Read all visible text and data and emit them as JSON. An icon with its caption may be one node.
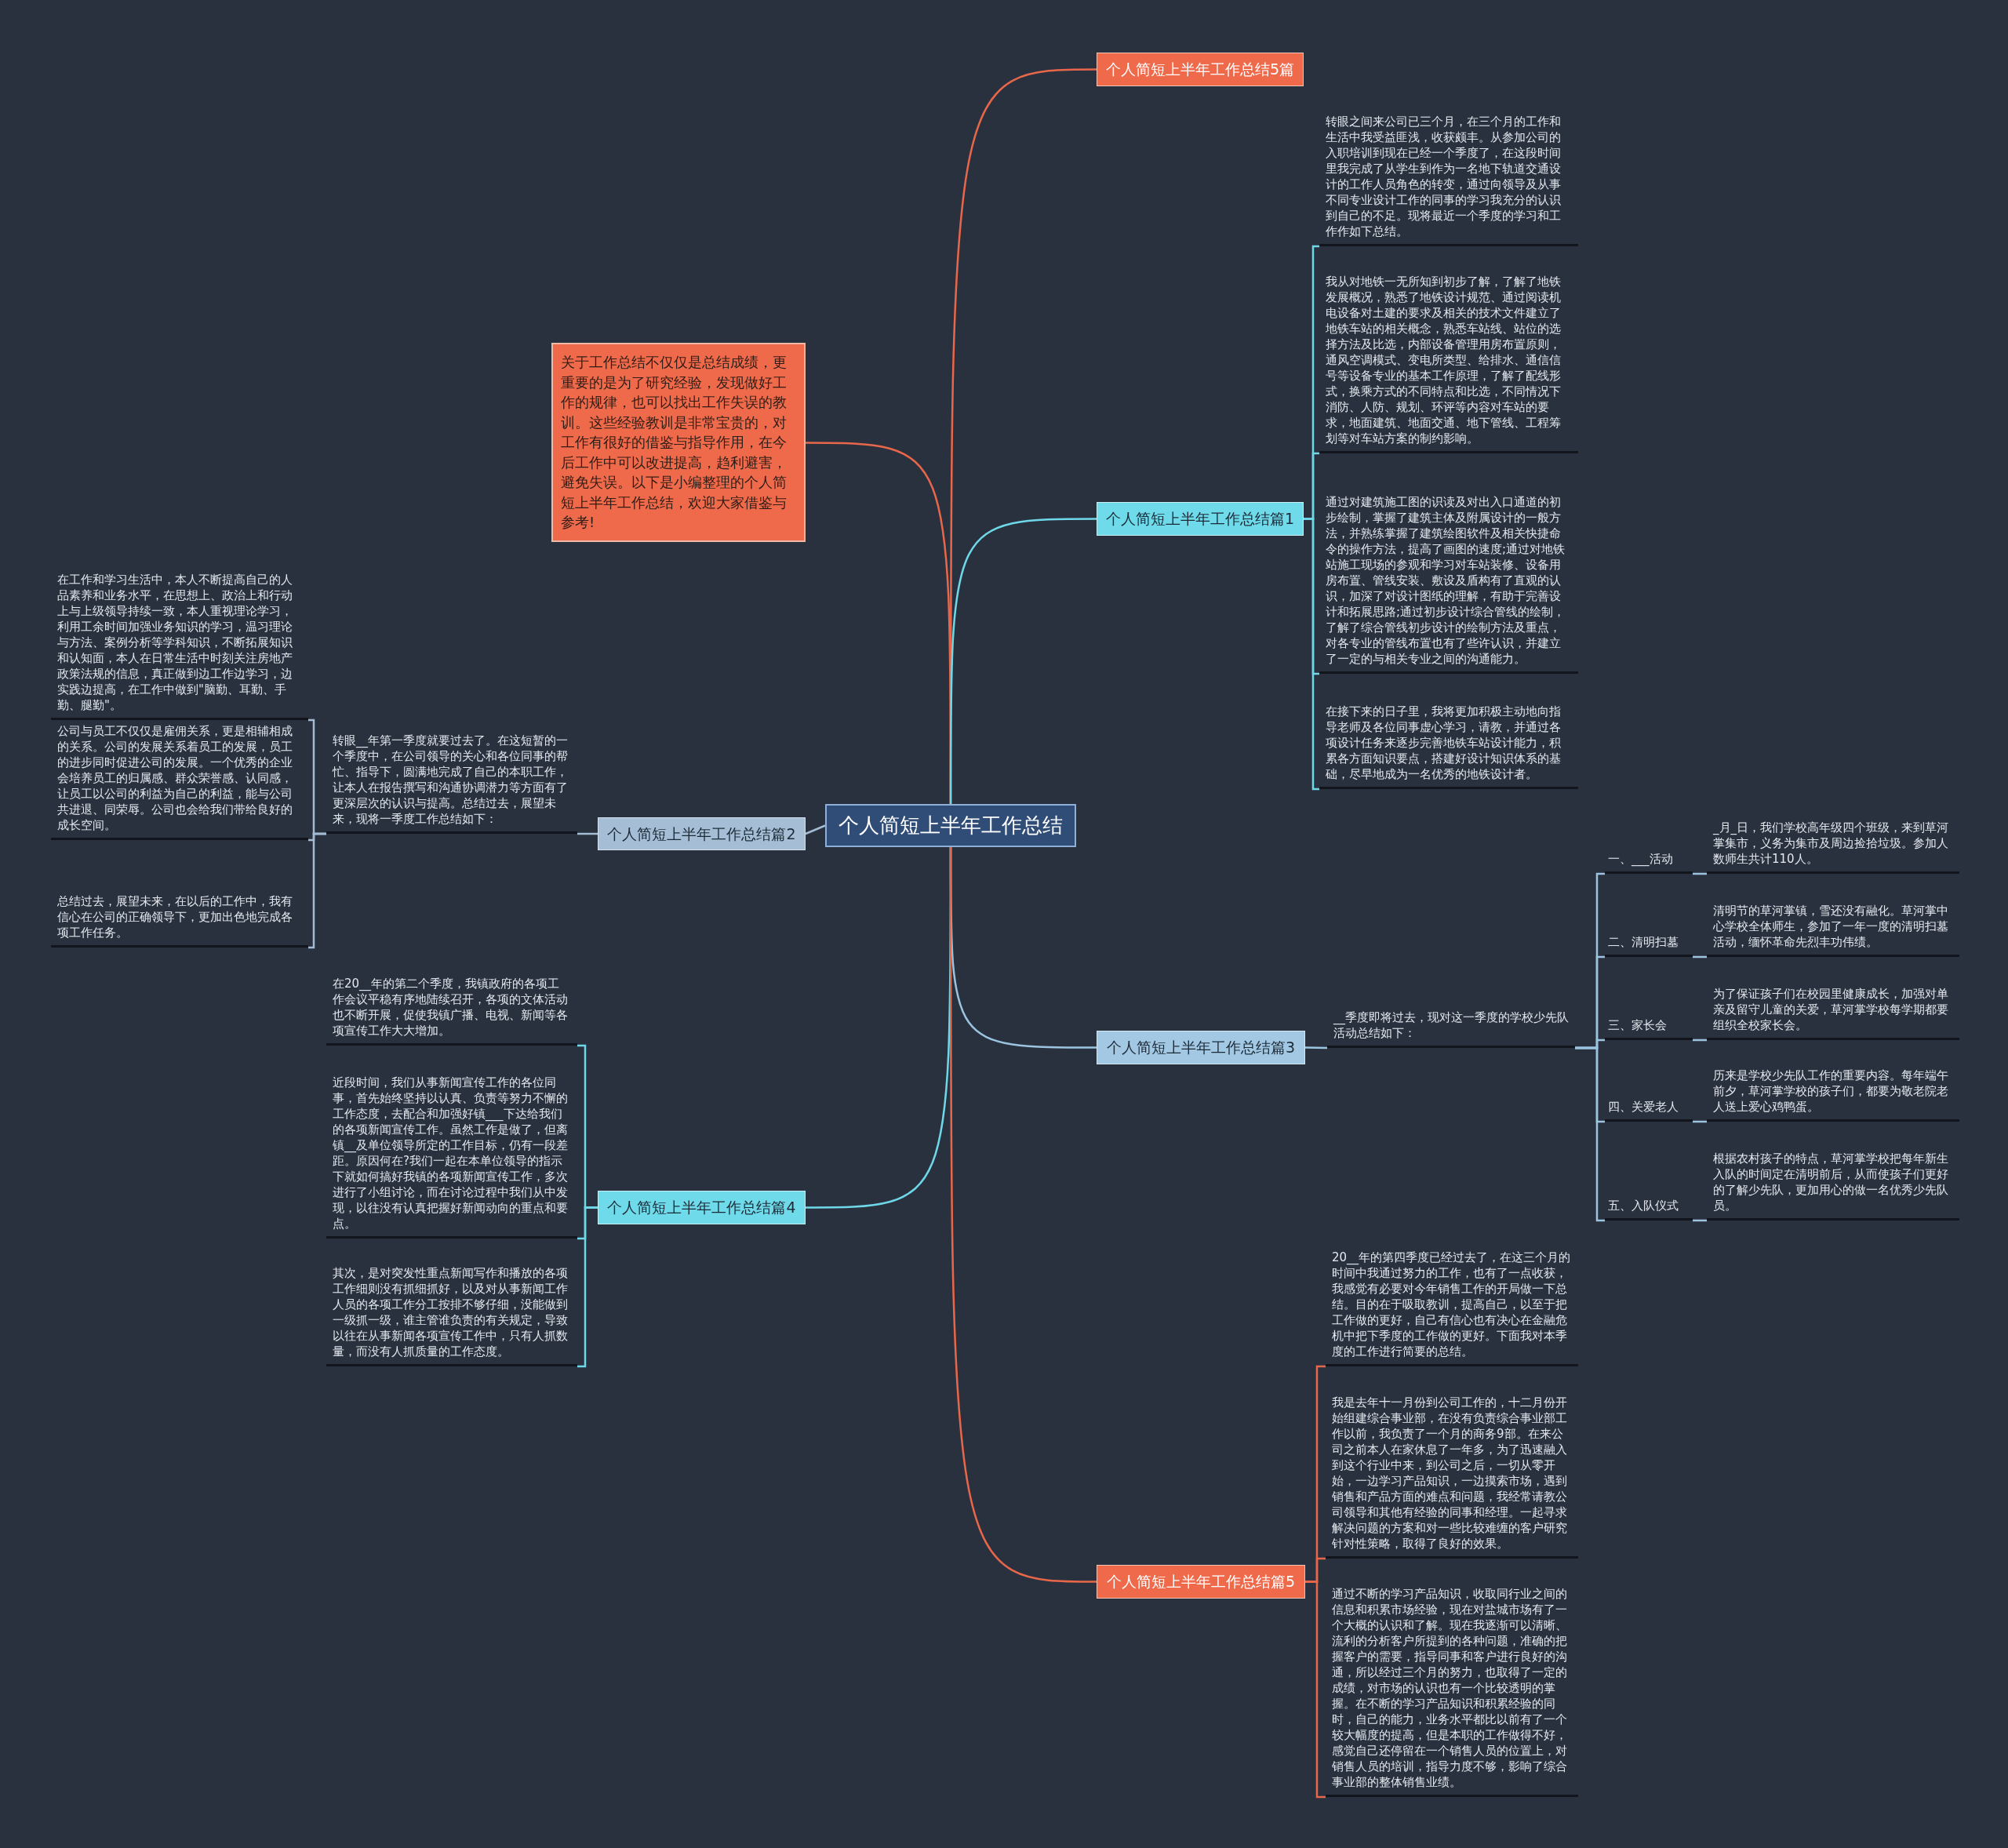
{
  "diagram": {
    "nodes": [
      {
        "text": [
          "个人简短上半年工作总结"
        ]
      },
      {
        "text": [
          "个人简短上半年工作总结5篇"
        ]
      },
      {
        "text": [
          "关于工作总结不仅仅是总结成绩，更重要的是为了研究经验，发现做好工作的规律，也可以找出工作失误的教训。这些经验教训是非常宝贵的，对工作有很好的借鉴与指导作用，在今后工作中可以改进提高，趋利避害，避免失误。以下是小编整理的个人简短上半年工作总结，欢迎大家借鉴与参考!"
        ]
      },
      {
        "text": [
          "个人简短上半年工作总结篇1"
        ]
      },
      {
        "text": [
          "转眼之间来公司已三个月，在三个月的工作和生活中我受益匪浅，收获颇丰。从参加公司的入职培训到现在已经一个季度了，在这段时间里我完成了从学生到作为一名地下轨道交通设计的工作人员角色的转变，通过向领导及从事不同专业设计工作的同事的学习我充分的认识到自己的不足。现将最近一个季度的学习和工作作如下总结。"
        ]
      },
      {
        "text": [
          "我从对地铁一无所知到初步了解，了解了地铁发展概况，熟悉了地铁设计规范、通过阅读机电设备对土建的要求及相关的技术文件建立了地铁车站的相关概念，熟悉车站线、站位的选择方法及比选，内部设备管理用房布置原则，通风空调模式、变电所类型、给排水、通信信号等设备专业的基本工作原理，了解了配线形式，换乘方式的不同特点和比选，不同情况下消防、人防、规划、环评等内容对车站的要求，地面建筑、地面交通、地下管线、工程筹划等对车站方案的制约影响。"
        ]
      },
      {
        "text": [
          "通过对建筑施工图的识读及对出入口通道的初步绘制，掌握了建筑主体及附属设计的一般方法，并熟练掌握了建筑绘图软件及相关快捷命令的操作方法，提高了画图的速度;通过对地铁站施工现场的参观和学习对车站装修、设备用房布置、管线安装、敷设及盾构有了直观的认识，加深了对设计图纸的理解，有助于完善设计和拓展思路;通过初步设计综合管线的绘制，了解了综合管线初步设计的绘制方法及重点，对各专业的管线布置也有了些许认识，并建立了一定的与相关专业之间的沟通能力。"
        ]
      },
      {
        "text": [
          "在接下来的日子里，我将更加积极主动地向指导老师及各位同事虚心学习，请教，并通过各项设计任务来逐步完善地铁车站设计能力，积累各方面知识要点，搭建好设计知识体系的基础，尽早地成为一名优秀的地铁设计者。"
        ]
      },
      {
        "text": [
          "个人简短上半年工作总结篇2"
        ]
      },
      {
        "text": [
          "转眼__年第一季度就要过去了。在这短暂的一个季度中，在公司领导的关心和各位同事的帮忙、指导下，圆满地完成了自己的本职工作，让本人在报告撰写和沟通协调潜力等方面有了更深层次的认识与提高。总结过去，展望未来，现将一季度工作总结如下："
        ]
      },
      {
        "text": [
          "在工作和学习生活中，本人不断提高自己的人品素养和业务水平，在思想上、政治上和行动上与上级领导持续一致，本人重视理论学习，利用工余时间加强业务知识的学习，温习理论与方法、案例分析等学科知识，不断拓展知识和认知面，本人在日常生活中时刻关注房地产政策法规的信息，真正做到边工作边学习，边实践边提高，在工作中做到\"脑勤、耳勤、手勤、腿勤\"。"
        ]
      },
      {
        "text": [
          "公司与员工不仅仅是雇佣关系，更是相辅相成的关系。公司的发展关系着员工的发展，员工的进步同时促进公司的发展。一个优秀的企业会培养员工的归属感、群众荣誉感、认同感，让员工以公司的利益为自己的利益，能与公司共进退、同荣辱。公司也会给我们带给良好的成长空间。"
        ]
      },
      {
        "text": [
          "总结过去，展望未来，在以后的工作中，我有信心在公司的正确领导下，更加出色地完成各项工作任务。"
        ]
      },
      {
        "text": [
          "个人简短上半年工作总结篇3"
        ]
      },
      {
        "text": [
          "__季度即将过去，现对这一季度的学校少先队活动总结如下："
        ]
      },
      {
        "text": [
          "一、___活动"
        ]
      },
      {
        "text": [
          "_月_日，我们学校高年级四个班级，来到草河掌集市，义务为集市及周边捡拾垃圾。参加人数师生共计110人。"
        ]
      },
      {
        "text": [
          "二、清明扫墓"
        ]
      },
      {
        "text": [
          "清明节的草河掌镇，雪还没有融化。草河掌中心学校全体师生，参加了一年一度的清明扫墓活动，缅怀革命先烈丰功伟绩。"
        ]
      },
      {
        "text": [
          "三、家长会"
        ]
      },
      {
        "text": [
          "为了保证孩子们在校园里健康成长，加强对单亲及留守儿童的关爱，草河掌学校每学期都要组织全校家长会。"
        ]
      },
      {
        "text": [
          "四、关爱老人"
        ]
      },
      {
        "text": [
          "历来是学校少先队工作的重要内容。每年端午前夕，草河掌学校的孩子们，都要为敬老院老人送上爱心鸡鸭蛋。"
        ]
      },
      {
        "text": [
          "五、入队仪式"
        ]
      },
      {
        "text": [
          "根据农村孩子的特点，草河掌学校把每年新生入队的时间定在清明前后，从而使孩子们更好的了解少先队，更加用心的做一名优秀少先队员。"
        ]
      },
      {
        "text": [
          "个人简短上半年工作总结篇4"
        ]
      },
      {
        "text": [
          "在20__年的第二个季度，我镇政府的各项工作会议平稳有序地陆续召开，各项的文体活动也不断开展，促使我镇广播、电视、新闻等各项宣传工作大大增加。"
        ]
      },
      {
        "text": [
          "近段时间，我们从事新闻宣传工作的各位同事，首先始终坚持以认真、负责等努力不懈的工作态度，去配合和加强好镇___下达给我们的各项新闻宣传工作。虽然工作是做了，但离镇__及单位领导所定的工作目标，仍有一段差距。原因何在?我们一起在本单位领导的指示下就如何搞好我镇的各项新闻宣传工作，多次进行了小组讨论，而在讨论过程中我们从中发现，以往没有认真把握好新闻动向的重点和要点。"
        ]
      },
      {
        "text": [
          "其次，是对突发性重点新闻写作和播放的各项工作细则没有抓细抓好，以及对从事新闻工作人员的各项工作分工按排不够仔细，没能做到一级抓一级，谁主管谁负责的有关规定，导致以往在从事新闻各项宣传工作中，只有人抓数量，而没有人抓质量的工作态度。"
        ]
      },
      {
        "text": [
          "个人简短上半年工作总结篇5"
        ]
      },
      {
        "text": [
          "20__年的第四季度已经过去了，在这三个月的时间中我通过努力的工作，也有了一点收获，我感觉有必要对今年销售工作的开局做一下总结。目的在于吸取教训，提高自己，以至于把工作做的更好，自己有信心也有决心在金融危机中把下季度的工作做的更好。下面我对本季度的工作进行简要的总结。"
        ]
      },
      {
        "text": [
          "我是去年十一月份到公司工作的，十二月份开始组建综合事业部，在没有负责综合事业部工作以前，我负责了一个月的商务9部。在来公司之前本人在家休息了一年多，为了迅速融入到这个行业中来，到公司之后，一切从零开始，一边学习产品知识，一边摸索市场，遇到销售和产品方面的难点和问题，我经常请教公司领导和其他有经验的同事和经理。一起寻求解决问题的方案和对一些比较难缠的客户研究针对性策略，取得了良好的效果。"
        ]
      },
      {
        "text": [
          "通过不断的学习产品知识，收取同行业之间的信息和积累市场经验，现在对盐城市场有了一个大概的认识和了解。现在我逐渐可以清晰、流利的分析客户所提到的各种问题，准确的把握客户的需要，指导同事和客户进行良好的沟通，所以经过三个月的努力，也取得了一定的成绩，对市场的认识也有一个比较透明的掌握。在不断的学习产品知识和积累经验的同时，自己的能力，业务水平都比以前有了一个较大幅度的提高，但是本职的工作做得不好，感觉自己还停留在一个销售人员的位置上，对销售人员的培训，指导力度不够，影响了综合事业部的整体销售业绩。"
        ]
      }
    ],
    "edges": [
      {
        "from": 0,
        "to": 1,
        "arrow": "none",
        "color": "#e8674a"
      },
      {
        "from": 0,
        "to": 2,
        "arrow": "none",
        "color": "#e8674a"
      },
      {
        "from": 0,
        "to": 3,
        "arrow": "none",
        "color": "#6fd8e8"
      },
      {
        "from": 0,
        "to": 8,
        "arrow": "none",
        "color": "#a3bcd3"
      },
      {
        "from": 0,
        "to": 13,
        "arrow": "none",
        "color": "#9cc4e0"
      },
      {
        "from": 0,
        "to": 25,
        "arrow": "none",
        "color": "#6fd8e8"
      },
      {
        "from": 0,
        "to": 29,
        "arrow": "none",
        "color": "#e8674a"
      },
      {
        "from": 3,
        "to": 4,
        "arrow": "none",
        "color": "#6fd8e8"
      },
      {
        "from": 3,
        "to": 5,
        "arrow": "none",
        "color": "#6fd8e8"
      },
      {
        "from": 3,
        "to": 6,
        "arrow": "none",
        "color": "#6fd8e8"
      },
      {
        "from": 3,
        "to": 7,
        "arrow": "none",
        "color": "#6fd8e8"
      },
      {
        "from": 8,
        "to": 9,
        "arrow": "none",
        "color": "#a3bcd3"
      },
      {
        "from": 9,
        "to": 10,
        "arrow": "none",
        "color": "#a3bcd3"
      },
      {
        "from": 9,
        "to": 11,
        "arrow": "none",
        "color": "#a3bcd3"
      },
      {
        "from": 9,
        "to": 12,
        "arrow": "none",
        "color": "#a3bcd3"
      },
      {
        "from": 13,
        "to": 14,
        "arrow": "none",
        "color": "#9cc4e0"
      },
      {
        "from": 14,
        "to": 15,
        "arrow": "none",
        "color": "#9cc4e0"
      },
      {
        "from": 14,
        "to": 17,
        "arrow": "none",
        "color": "#9cc4e0"
      },
      {
        "from": 14,
        "to": 19,
        "arrow": "none",
        "color": "#9cc4e0"
      },
      {
        "from": 14,
        "to": 21,
        "arrow": "none",
        "color": "#9cc4e0"
      },
      {
        "from": 14,
        "to": 23,
        "arrow": "none",
        "color": "#9cc4e0"
      },
      {
        "from": 15,
        "to": 16,
        "arrow": "none",
        "color": "#9cc4e0"
      },
      {
        "from": 17,
        "to": 18,
        "arrow": "none",
        "color": "#9cc4e0"
      },
      {
        "from": 19,
        "to": 20,
        "arrow": "none",
        "color": "#9cc4e0"
      },
      {
        "from": 21,
        "to": 22,
        "arrow": "none",
        "color": "#9cc4e0"
      },
      {
        "from": 23,
        "to": 24,
        "arrow": "none",
        "color": "#9cc4e0"
      },
      {
        "from": 25,
        "to": 26,
        "arrow": "none",
        "color": "#6fd8e8"
      },
      {
        "from": 25,
        "to": 27,
        "arrow": "none",
        "color": "#6fd8e8"
      },
      {
        "from": 25,
        "to": 28,
        "arrow": "none",
        "color": "#6fd8e8"
      },
      {
        "from": 29,
        "to": 30,
        "arrow": "none",
        "color": "#e8674a"
      },
      {
        "from": 29,
        "to": 31,
        "arrow": "none",
        "color": "#e8674a"
      },
      {
        "from": 29,
        "to": 32,
        "arrow": "none",
        "color": "#e8674a"
      }
    ]
  }
}
